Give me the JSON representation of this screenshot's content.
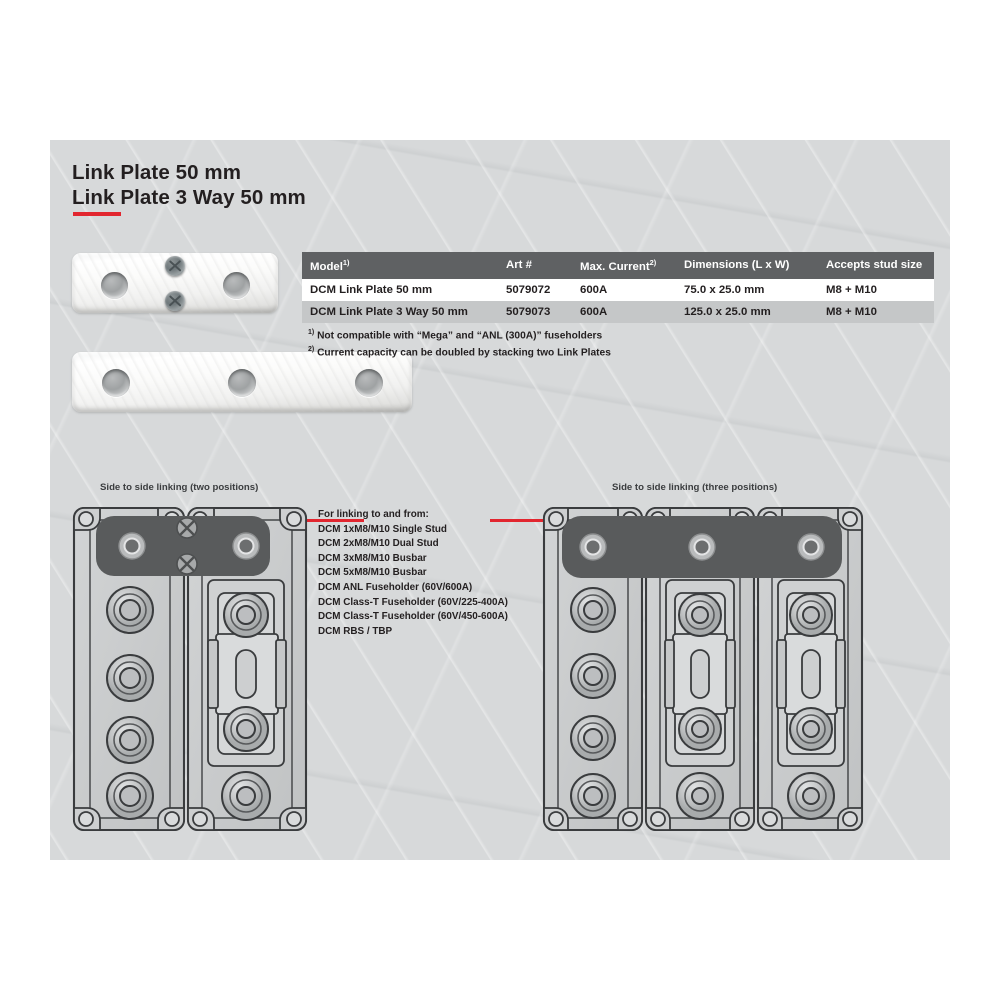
{
  "title": {
    "line1": "Link Plate 50 mm",
    "line2": "Link Plate 3 Way 50 mm"
  },
  "accent_color": "#e2262f",
  "panel_bg": "#d7d9da",
  "table_header_bg": "#5f6163",
  "spec_table": {
    "headers": {
      "model": "Model",
      "model_note": "1)",
      "art": "Art #",
      "current": "Max. Current",
      "current_note": "2)",
      "dimensions": "Dimensions (L x W)",
      "stud": "Accepts stud size"
    },
    "rows": [
      {
        "model": "DCM Link Plate 50 mm",
        "art": "5079072",
        "current": "600A",
        "dimensions": "75.0 x 25.0 mm",
        "stud": "M8 + M10"
      },
      {
        "model": "DCM Link Plate 3 Way 50 mm",
        "art": "5079073",
        "current": "600A",
        "dimensions": "125.0 x 25.0 mm",
        "stud": "M8 + M10"
      }
    ]
  },
  "footnotes": [
    {
      "marker": "1)",
      "text": "Not compatible with “Mega” and “ANL (300A)” fuseholders"
    },
    {
      "marker": "2)",
      "text": "Current capacity can be doubled by stacking two Link Plates"
    }
  ],
  "diagrams": {
    "left_caption": "Side to side linking (two positions)",
    "right_caption": "Side to side linking (three positions)"
  },
  "linking": {
    "header": "For linking to and from:",
    "items": [
      "DCM 1xM8/M10 Single Stud",
      "DCM 2xM8/M10 Dual Stud",
      "DCM 3xM8/M10 Busbar",
      "DCM 5xM8/M10 Busbar",
      "DCM ANL Fuseholder (60V/600A)",
      "DCM Class-T Fuseholder (60V/225-400A)",
      "DCM Class-T Fuseholder (60V/450-600A)",
      "DCM RBS / TBP"
    ]
  },
  "photos": {
    "plate_2way_alt": "Link Plate 50 mm product photo",
    "plate_3way_alt": "Link Plate 3 Way 50 mm product photo"
  }
}
